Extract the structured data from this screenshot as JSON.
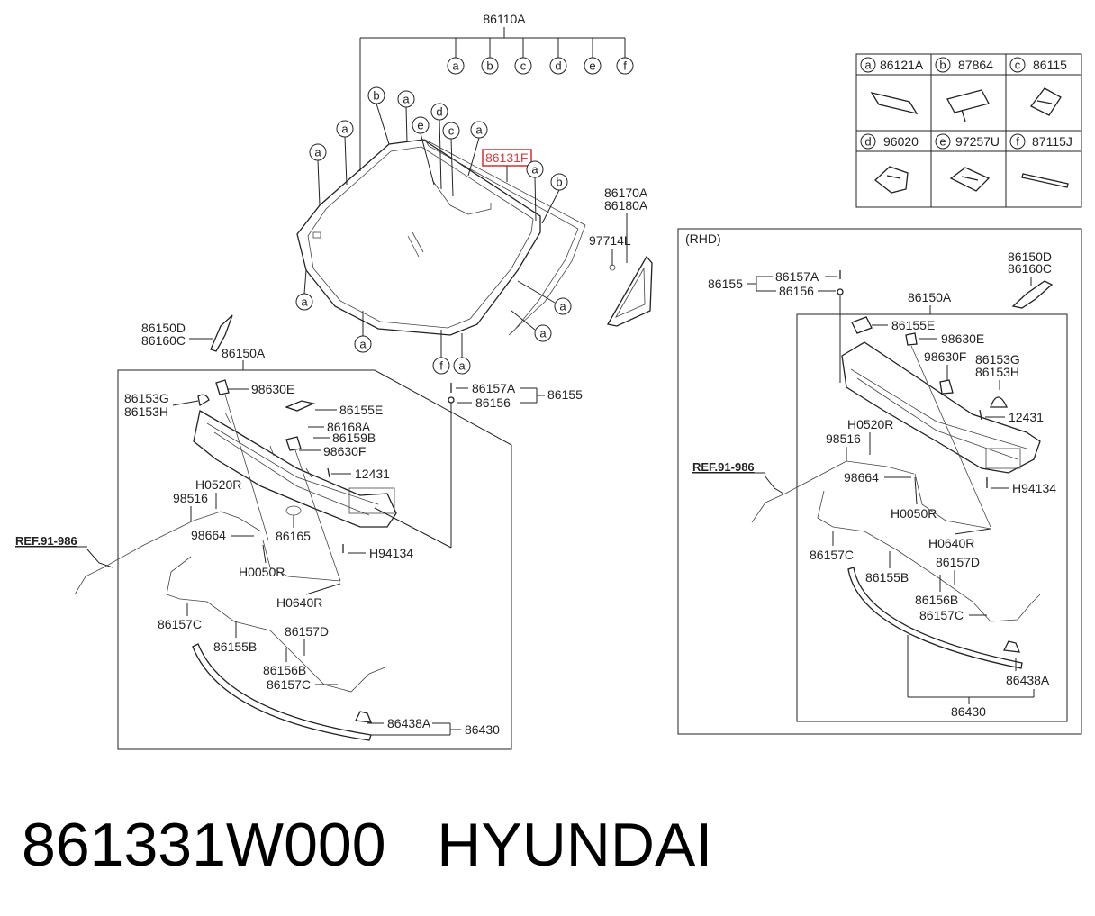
{
  "footer": {
    "part_number": "861331W000",
    "brand": "HYUNDAI"
  },
  "legend": [
    {
      "key": "a",
      "code": "86121A"
    },
    {
      "key": "b",
      "code": "87864"
    },
    {
      "key": "c",
      "code": "86115"
    },
    {
      "key": "d",
      "code": "96020"
    },
    {
      "key": "e",
      "code": "97257U"
    },
    {
      "key": "f",
      "code": "87115J"
    }
  ],
  "windshield": {
    "assembly": "86110A",
    "sub_keys": [
      "a",
      "b",
      "c",
      "d",
      "e",
      "f"
    ],
    "highlighted_part": "86131F",
    "side_glass_a": "86170A",
    "side_glass_b": "86180A",
    "clip": "97714L"
  },
  "lhd": {
    "trim_d": "86150D",
    "trim_c": "86160C",
    "cowl": "86150A",
    "p86153g": "86153G",
    "p86153h": "86153H",
    "p98630e": "98630E",
    "p86155e": "86155E",
    "p86168a": "86168A",
    "p86159b": "86159B",
    "p98630f": "98630F",
    "p12431": "12431",
    "h0520r": "H0520R",
    "p98516": "98516",
    "ref": "REF.91-986",
    "p98664": "98664",
    "p86165": "86165",
    "h0050r": "H0050R",
    "h0640r": "H0640R",
    "h94134": "H94134",
    "p86157c_1": "86157C",
    "p86155b": "86155B",
    "p86157d": "86157D",
    "p86156b": "86156B",
    "p86157c_2": "86157C",
    "p86438a": "86438A",
    "p86430": "86430",
    "p86157a": "86157A",
    "p86156": "86156",
    "p86155": "86155"
  },
  "rhd": {
    "title": "(RHD)",
    "trim_d": "86150D",
    "trim_c": "86160C",
    "p86155": "86155",
    "p86157a": "86157A",
    "p86156": "86156",
    "cowl": "86150A",
    "p86155e": "86155E",
    "p98630e": "98630E",
    "p98630f": "98630F",
    "p86153g": "86153G",
    "p86153h": "86153H",
    "p12431": "12431",
    "h0520r": "H0520R",
    "p98516": "98516",
    "ref": "REF.91-986",
    "p98664": "98664",
    "h94134": "H94134",
    "h0050r": "H0050R",
    "h0640r": "H0640R",
    "p86157c_1": "86157C",
    "p86155b": "86155B",
    "p86157d": "86157D",
    "p86156b": "86156B",
    "p86157c_2": "86157C",
    "p86438a": "86438A",
    "p86430": "86430"
  }
}
